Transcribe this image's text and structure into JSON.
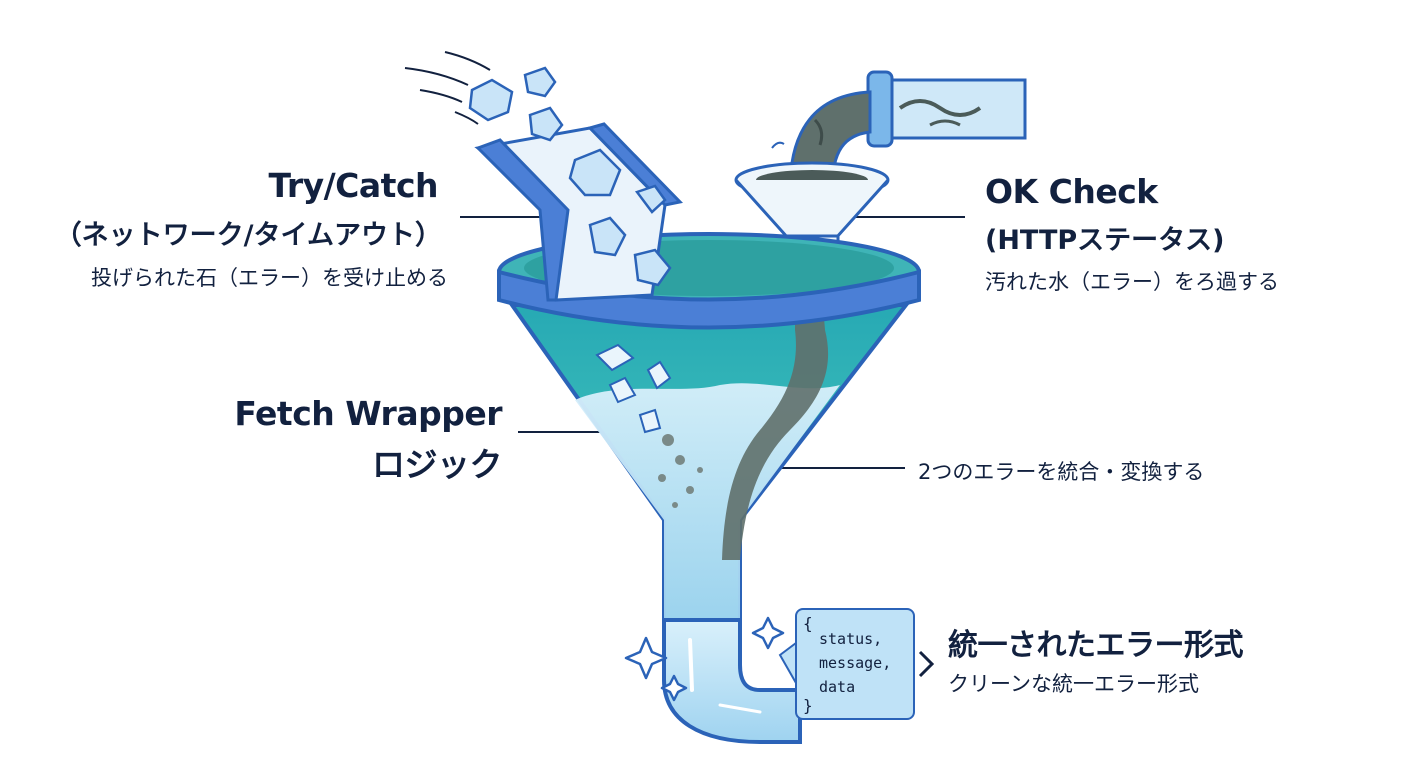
{
  "labels": {
    "try_catch": {
      "title": "Try/Catch",
      "subtitle": "（ネットワーク/タイムアウト）",
      "desc": "投げられた石（エラー）を受け止める"
    },
    "ok_check": {
      "title": "OK Check",
      "subtitle": "(HTTPステータス)",
      "desc": "汚れた水（エラー）をろ過する"
    },
    "fetch_wrapper": {
      "line1": "Fetch Wrapper",
      "line2": "ロジック"
    },
    "merge": "2つのエラーを統合・変換する",
    "unified": {
      "title": "統一されたエラー形式",
      "desc": "クリーンな統一エラー形式"
    }
  },
  "code_box": {
    "open_brace": "{",
    "lines": [
      "status,",
      "message,",
      "data"
    ],
    "close_brace": "}"
  },
  "colors": {
    "dark_text": "#12213f",
    "funnel_blue": "#2b63b8",
    "water_teal": "#3fc2b8",
    "light_water": "#bfe2f7",
    "dirty_water": "#5b6e6a"
  }
}
